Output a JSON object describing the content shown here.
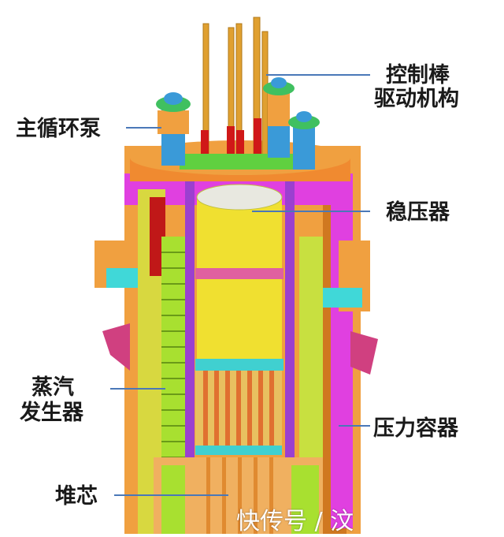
{
  "labels": {
    "main_pump": "主循环泵",
    "control_rod_drive_line1": "控制棒",
    "control_rod_drive_line2": "驱动机构",
    "pressurizer": "稳压器",
    "steam_generator_line1": "蒸汽",
    "steam_generator_line2": "发生器",
    "pressure_vessel": "压力容器",
    "core": "堆芯"
  },
  "watermark": "快传号 / 汶",
  "colors": {
    "vessel": "#f0a040",
    "magenta": "#e040e0",
    "pressurizer": "#f0e030",
    "steam_generator": "#a8e030",
    "pump": "#3a9ad8",
    "rod": "#e0a030",
    "leader": "#4a78b8",
    "core_rods": "#e07030",
    "red": "#d01818"
  }
}
